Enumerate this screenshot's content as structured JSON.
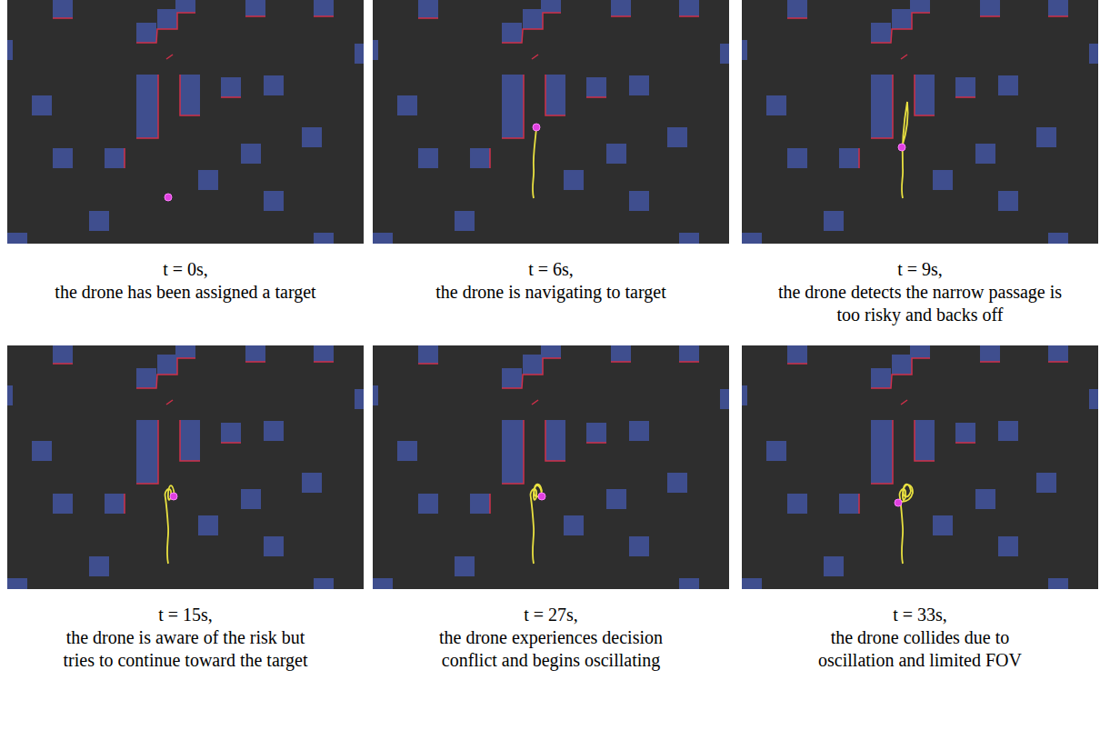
{
  "diagram": {
    "labels": [
      "t = 0s,",
      "the drone has been assigned a target",
      "t = 6s,",
      "the drone is navigating to target",
      "t = 9s,",
      "the drone detects the narrow passage is too risky and backs off",
      "t = 15s,",
      "the drone is aware of the risk but tries to continue toward the target",
      "t = 27s,",
      "the drone experiences decision conflict and begins oscillating",
      "t = 33s,",
      "the drone collides due to oscillation and limited FOV"
    ]
  }
}
